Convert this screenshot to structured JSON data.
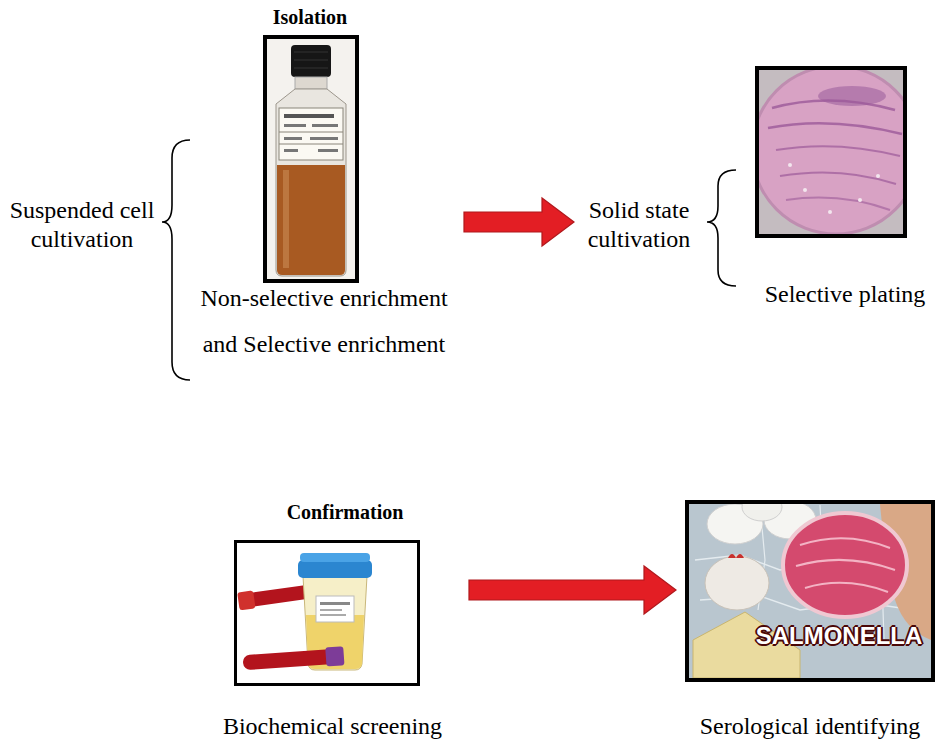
{
  "diagram": {
    "nodes": [
      {
        "text": [
          "Isolation",
          "Suspended cell cultivation",
          "Non-selective enrichment and Selective enrichment"
        ]
      },
      {
        "text": [
          "Solid state cultivation",
          "Selective plating"
        ]
      },
      {
        "text": [
          "Confirmation",
          "Biochemical screening"
        ]
      },
      {
        "text": [
          "SALMONELLA",
          "Serological identifying"
        ]
      }
    ],
    "edges": [
      {
        "from": 0,
        "to": 1,
        "arrow": "to"
      },
      {
        "from": 2,
        "to": 3,
        "arrow": "to"
      }
    ]
  }
}
